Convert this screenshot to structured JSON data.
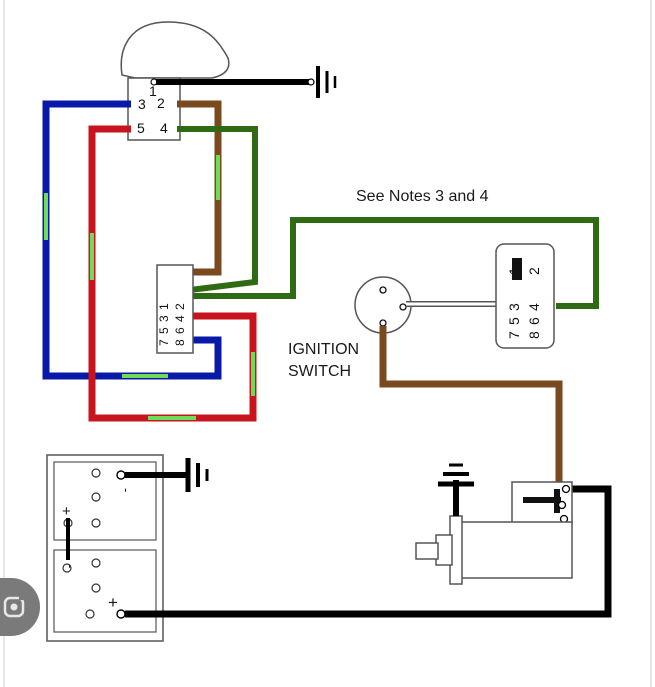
{
  "notes_label": "See Notes 3 and 4",
  "ignition_label_line1": "IGNITION",
  "ignition_label_line2": "SWITCH",
  "top_switch_pins": [
    "1",
    "2",
    "3",
    "4",
    "5"
  ],
  "left_connector_pins": [
    "1",
    "2",
    "3",
    "4",
    "5",
    "6",
    "7",
    "8"
  ],
  "right_connector_pins": [
    "1",
    "2",
    "3",
    "4",
    "5",
    "6",
    "7",
    "8"
  ],
  "battery_upper_label": "-",
  "battery_lower_label": "+",
  "battery_upper_plus": "+",
  "battery_lower_minus": "-",
  "colors": {
    "blue": "#0a1aa8",
    "red": "#c8141e",
    "brown": "#7a4a1e",
    "green": "#2e6b12",
    "light_green": "#6fdc57",
    "black": "#000000",
    "outline": "#555555",
    "lens_bg": "#7a7a7a"
  },
  "icons": {
    "lens": "image-search-icon",
    "ground": "ground-symbol-icon"
  }
}
